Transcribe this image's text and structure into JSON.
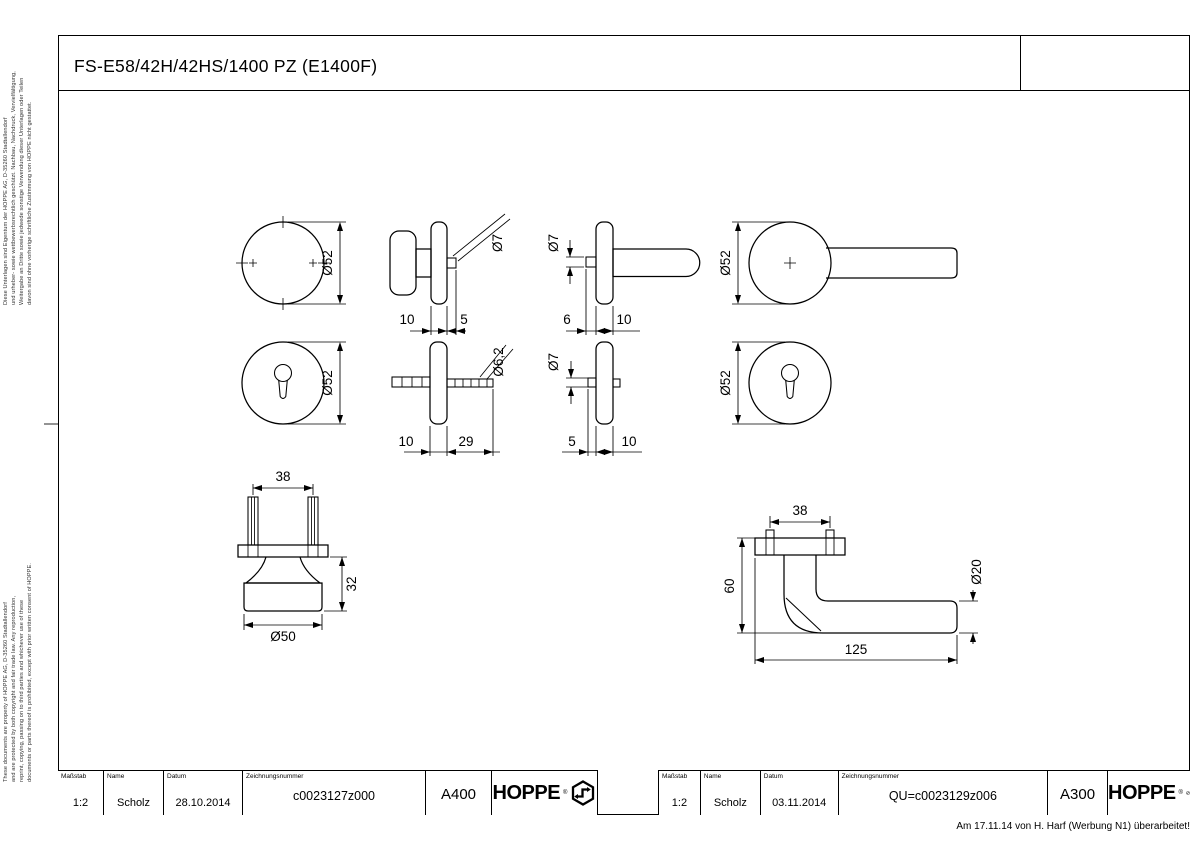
{
  "header": {
    "title": "FS-E58/42H/42HS/1400 PZ (E1400F)"
  },
  "side_notes": {
    "de": [
      "Diese Unterlagen sind Eigentum der HOPPE AG, D-35260 Stadtallendorf",
      "und urheber- sowie wettbewerbsrechtlich geschützt. Nachbau, Nachdruck, Vervielfältigung,",
      "Weitergabe an Dritte sowie jedwede sonstige Verwendung dieser Unterlagen oder Teilen",
      "davon sind ohne vorherige schriftliche Zustimmung von HOPPE nicht gestattet."
    ],
    "en": [
      "These documents are property of HOPPE AG, D-35260 Stadtallendorf",
      "and are protected by both copyright and fair trade law. Any reproduction,",
      "reprint, copying, passing on to third parties and whichever use of these",
      "documents or parts thereof is prohibited, except with prior written consent of HOPPE."
    ]
  },
  "drawing": {
    "dims": {
      "v1_dia": "Ø52",
      "v2_spindle_dia": "Ø7",
      "v2_d1": "10",
      "v2_d2": "5",
      "v3_spindle_dia": "Ø7",
      "v3_d1": "6",
      "v3_d2": "10",
      "v4_dia": "Ø52",
      "v5_dia": "Ø52",
      "v6_screw_dia": "Ø6,2",
      "v6_d1": "10",
      "v6_d2": "29",
      "v7_spindle_dia": "Ø7",
      "v7_d1": "5",
      "v7_d2": "10",
      "v8_dia": "Ø52",
      "v9_w": "38",
      "v9_h": "32",
      "v9_dia": "Ø50",
      "v10_w": "38",
      "v10_h": "60",
      "v10_len": "125",
      "v10_dia": "Ø20"
    }
  },
  "title_blocks": [
    {
      "scale_label": "Maßstab",
      "scale": "1:2",
      "name_label": "Name",
      "name": "Scholz",
      "date_label": "Datum",
      "date": "28.10.2014",
      "drawing_no_label": "Zeichnungsnummer",
      "drawing_no": "c0023127z000",
      "code": "A400",
      "brand": "HOPPE",
      "brand_reg": "®"
    },
    {
      "scale_label": "Maßstab",
      "scale": "1:2",
      "name_label": "Name",
      "name": "Scholz",
      "date_label": "Datum",
      "date": "03.11.2014",
      "drawing_no_label": "Zeichnungsnummer",
      "drawing_no": "QU=c0023129z006",
      "code": "A300",
      "brand": "HOPPE",
      "brand_reg": "®"
    }
  ],
  "footer": {
    "revision_note": "Am 17.11.14 von H. Harf (Werbung N1) überarbeitet!"
  }
}
